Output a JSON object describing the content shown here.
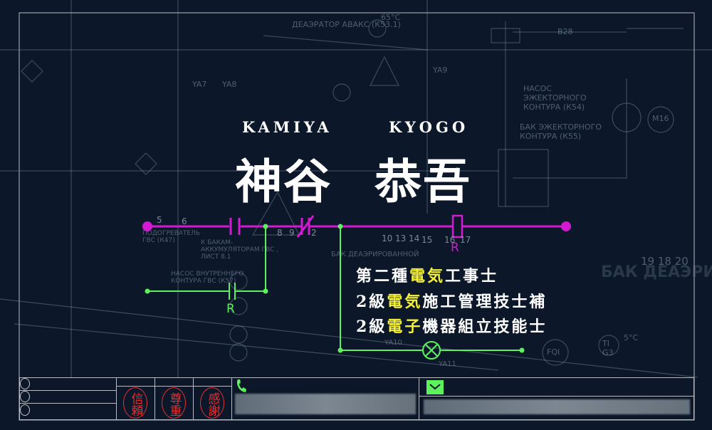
{
  "card": {
    "name_romaji": {
      "family": "KAMIYA",
      "given": "KYOGO"
    },
    "name_kanji": {
      "family": "神谷",
      "given": "恭吾"
    },
    "qualifications": [
      {
        "pre": "第二種",
        "highlight": "電気",
        "post": "工事士"
      },
      {
        "pre": "2級",
        "highlight": "電気",
        "post": "施工管理技士補"
      },
      {
        "pre": "2級",
        "highlight": "電子",
        "post": "機器組立技能士"
      }
    ],
    "circuit_labels": {
      "relay_coil": "R",
      "relay_contact": "R"
    },
    "wire_numbers": [
      "5",
      "6",
      "8",
      "9",
      "2",
      "10",
      "13",
      "14",
      "15",
      "16",
      "17"
    ],
    "stamps": [
      "信頼",
      "尊重",
      "感謝"
    ],
    "phone_icon": "phone-icon",
    "mail_icon": "mail-icon"
  },
  "background_labels": [
    "ДЕАЭРАТОР АВАКС (К53.1)",
    "В28",
    "НАСОС ЭЖЕКТОРНОГО КОНТУРА (К54)",
    "БАК ЭЖЕКТОРНОГО КОНТУРА (К55)",
    "М16",
    "65°С",
    "YA9",
    "YA7",
    "YA8",
    "К БАКАМ-АККУМУЛЯТОРАМ ГВС , ЛИСТ 8.1",
    "БАК ДЕАЭРИРОВАННОЙ",
    "НАСОС ВНУТРЕННЕГО КОНТУРА ГВС (К57)",
    "ПОДОГРЕВАТЕЛЬ ГВС (К47)",
    "YA10",
    "YA11",
    "FQI",
    "TI G3",
    "5°С",
    "19 18 20"
  ],
  "colors": {
    "background": "#0c1829",
    "main_wire": "#d21ad2",
    "sub_wire": "#5cf25c",
    "highlight": "#f4f03a",
    "stamp": "#e53030",
    "frame": "#b8bcc2"
  }
}
